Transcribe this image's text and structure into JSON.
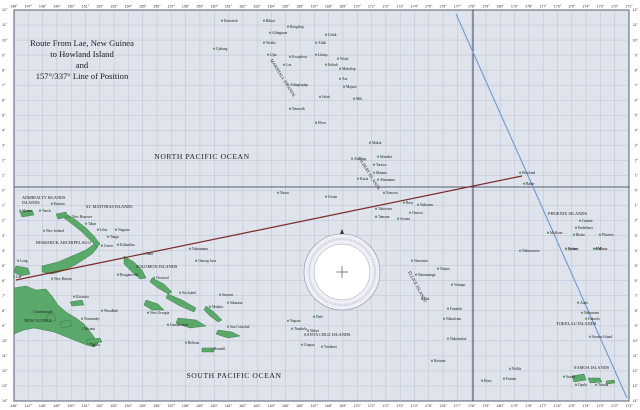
{
  "title": {
    "line1": "Route From Lae, New Guinea",
    "line2": "to Howland Island",
    "line3": "and",
    "line4": "157°/337° Line of Position"
  },
  "oceans": {
    "north": "NORTH PACIFIC OCEAN",
    "south": "SOUTH PACIFIC OCEAN"
  },
  "colors": {
    "background": "#dfe3ec",
    "grid": "#aab3c8",
    "frame": "#2a2f4a",
    "route": "#7a2a2a",
    "line_of_position": "#6c9bd2",
    "meridian_180": "#2a2f4a",
    "land": "#5aa86a"
  },
  "groups": {
    "marshall": "MARSHALL ISLANDS",
    "gilbert": "GILBERT ISLANDS",
    "admiralty": "ADMIRALTY ISLANDS",
    "st_matthias": "ST. MATTHIAS ISLANDS",
    "bismarck": "BISMARCK ARCHIPELAGO",
    "solomon": "SOLOMON ISLANDS",
    "santa_cruz": "SANTA CRUZ ISLANDS",
    "ellice": "ELLICE ISLANDS",
    "phoenix": "PHOENIX ISLANDS",
    "tokelau": "TOKELAU ISLANDS",
    "samoa": "SAMOA ISLANDS",
    "new_guinea": "NEW GUINEA"
  },
  "places": {
    "eniwetok": "Eniwetok",
    "ujelang": "Ujelang",
    "bikini": "Bikini",
    "rongelap": "Rongelap",
    "ailinginae": "Ailinginae",
    "wotho": "Wotho",
    "ujae": "Ujae",
    "kwajalein": "Kwajalein",
    "lae_marshall": "Lae",
    "utirik": "Utirik",
    "ailuk": "Ailuk",
    "likiep": "Likiep",
    "wotje": "Wotje",
    "maloelap": "Maloelap",
    "erikub": "Erikub",
    "aur": "Aur",
    "majuro": "Majuro",
    "mili": "Mili",
    "jaluit": "Jaluit",
    "ailinglaplap": "Ailinglaplap",
    "namorik": "Namorik",
    "ebon": "Ebon",
    "makin": "Makin",
    "abaiang": "Abaiang",
    "marakei": "Marakei",
    "tarawa": "Tarawa",
    "maiana": "Maiana",
    "kuria": "Kuria",
    "abemama": "Abemama",
    "nauru": "Nauru",
    "ocean": "Ocean",
    "nonouti": "Nonouti",
    "tabiteuea": "Tabiteuea",
    "beru": "Beru",
    "nukunau": "Nukunau",
    "onotoa": "Onotoa",
    "tamana": "Tamana",
    "arorae": "Arorae",
    "howland": "Howland",
    "baker": "Baker",
    "manus": "Manus",
    "emirau": "Emirau",
    "tench": "Tench",
    "new_hanover": "New Hanover",
    "tabar": "Tabar",
    "lihir": "Lihir",
    "tanga": "Tanga",
    "nugaria": "Nugaria",
    "new_ireland": "New Ireland",
    "green": "Green",
    "kilinailau": "Kilinailau",
    "long": "Long",
    "new_britain": "New Britain",
    "nukumanu": "Nukumanu",
    "taun": "Taun",
    "choiseul": "Choiseul",
    "bougainville": "Bougainville",
    "ontong_java": "Ontong Java",
    "lae": "Lae",
    "kiriwina": "Kiriwina",
    "woodlark": "Woodlark",
    "goodenough": "Goodenough",
    "normanby": "Normanby",
    "misima": "Misima",
    "tagula": "Tagula",
    "sta_isabel": "Sta Isabel",
    "new_georgia": "New Georgia",
    "guadalcanal": "Guadalcanal",
    "malaita": "Malaita",
    "sikaiana": "Sikaiana",
    "stewart": "Stewart",
    "san_cristobal": "San Cristobal",
    "bellona": "Bellona",
    "rennell": "Rennell",
    "nupani": "Nupani",
    "duff": "Duff",
    "tinakula": "Tinakula",
    "ndeni": "Ndeni",
    "utupua": "Utupua",
    "vanikoro": "Vanikoro",
    "nanomea": "Nanomea",
    "niutao": "Niutao",
    "nanumanga": "Nanumanga",
    "nui": "Nui",
    "vaitupu": "Vaitupu",
    "funafuti": "Funafuti",
    "nukufetau": "Nukufetau",
    "nukulaelae": "Nukulaelae",
    "rotuma": "Rotuma",
    "canton": "Canton",
    "enderbury": "Enderbury",
    "birnie": "Birnie",
    "mckean": "McKean",
    "phoenix_is": "Phoenix",
    "sydney": "Sydney",
    "hull": "Hull",
    "nikumaroro": "Nikumaroro",
    "orona": "Orona",
    "manra": "Manra",
    "atafu": "Atafu",
    "nukunono": "Nukunono",
    "fakaofo": "Fakaofo",
    "swains": "Swains Island",
    "wallis": "Wallis",
    "futuna": "Futuna",
    "horn": "Horn",
    "savaii": "Savaii",
    "upolu": "Upolu",
    "tutuila": "Tutuila"
  },
  "lat_ticks": [
    "12°",
    "11°",
    "10°",
    "9°",
    "8°",
    "7°",
    "6°",
    "5°",
    "4°",
    "3°",
    "2°",
    "1°",
    "0°",
    "1°",
    "2°",
    "3°",
    "4°",
    "5°",
    "6°",
    "7°",
    "8°",
    "9°",
    "10°",
    "11°",
    "12°",
    "13°",
    "14°"
  ],
  "lon_ticks": [
    "146°",
    "147°",
    "148°",
    "149°",
    "150°",
    "151°",
    "152°",
    "153°",
    "154°",
    "155°",
    "156°",
    "157°",
    "158°",
    "159°",
    "160°",
    "161°",
    "162°",
    "163°",
    "164°",
    "165°",
    "166°",
    "167°",
    "168°",
    "169°",
    "170°",
    "171°",
    "172°",
    "173°",
    "174°",
    "175°",
    "176°",
    "177°",
    "178°",
    "179°",
    "180°",
    "179°",
    "178°",
    "177°",
    "176°",
    "175°",
    "174°",
    "173°",
    "172°",
    "171°"
  ]
}
